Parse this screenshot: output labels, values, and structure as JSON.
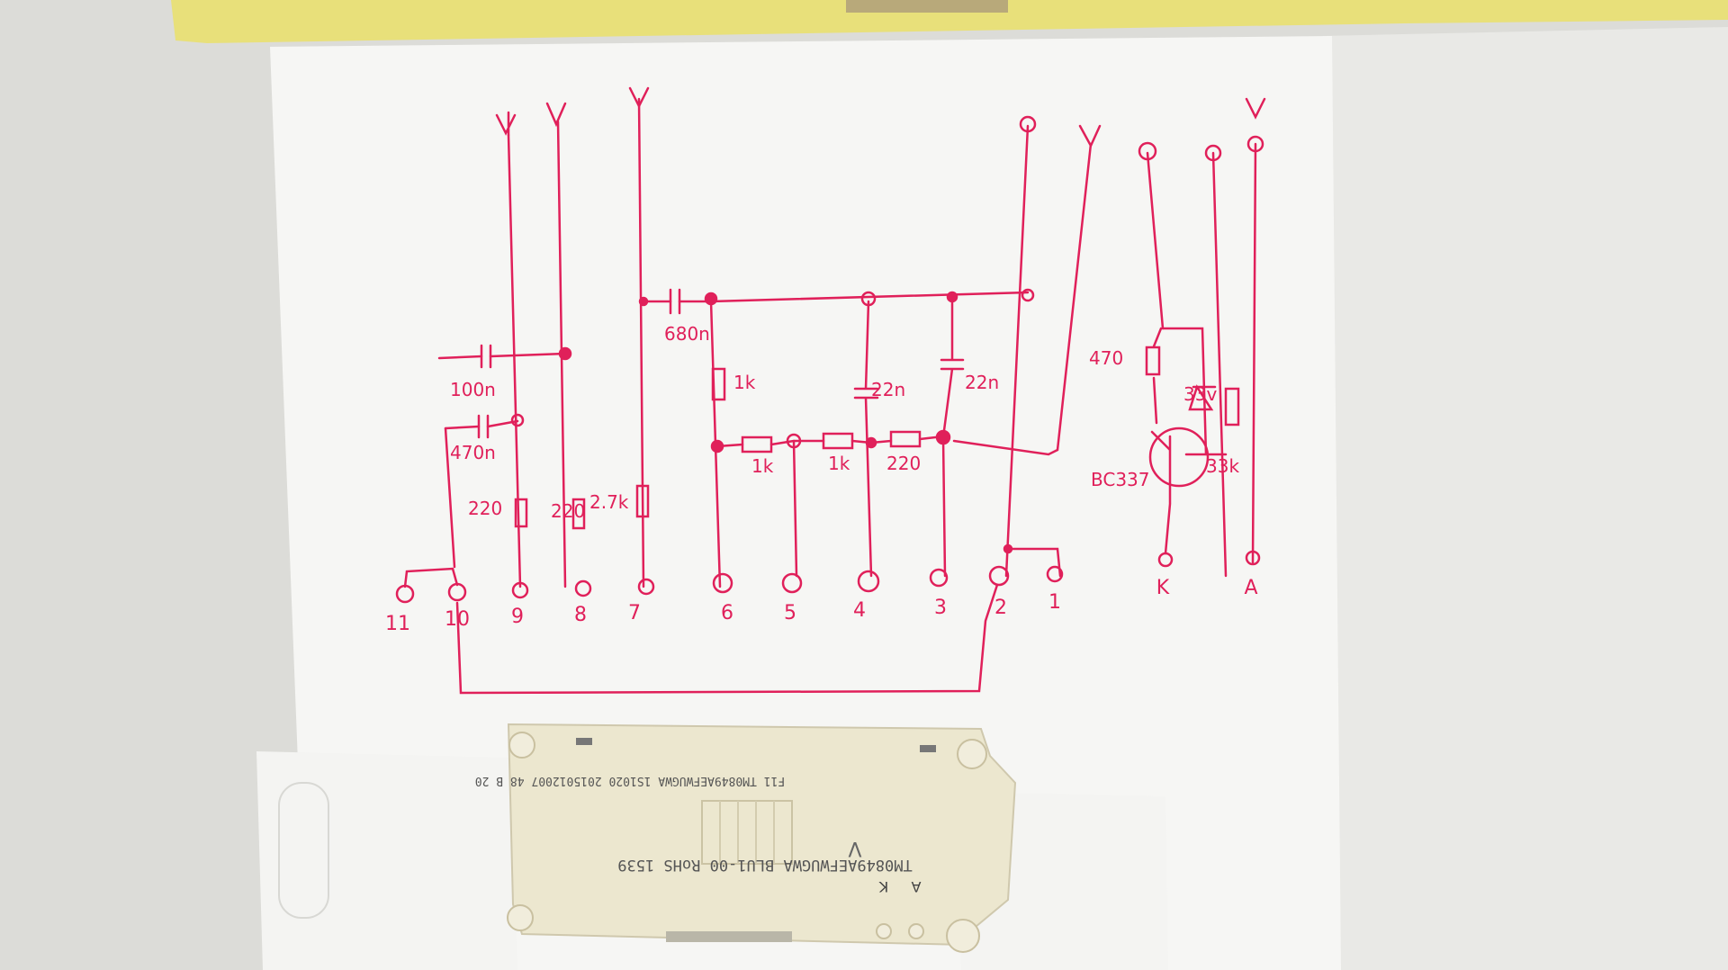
{
  "colors": {
    "ink": "#e0205a",
    "paper": "#f7f7f5",
    "wall": "#dcdcd8",
    "board": "#e6e2c6",
    "yellow_strip": "#e8e07a"
  },
  "schematic": {
    "pins_bottom": [
      "11",
      "10",
      "9",
      "8",
      "7",
      "6",
      "5",
      "4",
      "3",
      "2",
      "1"
    ],
    "pins_right": [
      "K",
      "A"
    ],
    "components": {
      "cap_100n": "100n",
      "cap_470n": "470n",
      "cap_680n": "680n",
      "res_2_7k": "2.7k",
      "res_1k_v": "1k",
      "res_1k_a": "1k",
      "res_1k_b": "1k",
      "res_220": "220",
      "res_220a": "220",
      "res_220b": "220",
      "cap_22n_a": "22n",
      "cap_22n_b": "22n",
      "res_470": "470",
      "zener_33v": "33v",
      "res_33k": "33k",
      "transistor": "BC337"
    }
  },
  "board": {
    "line1": "F11 TM0849AEFWUGWA 1S1020 2015012007 48 B 20",
    "line2": "TM0849AEFWUGWA BLU1-00 RoHS 1539",
    "pin_a": "A",
    "pin_k": "K",
    "mark": "V"
  }
}
